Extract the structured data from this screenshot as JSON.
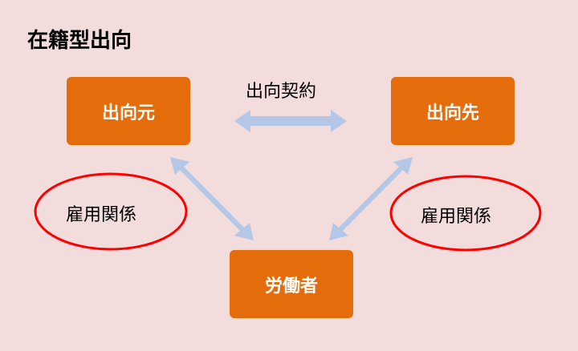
{
  "title": "在籍型出向",
  "nodes": {
    "source": "出向元",
    "dest": "出向先",
    "worker": "労働者"
  },
  "labels": {
    "contract": "出向契約",
    "employment_left": "雇用関係",
    "employment_right": "雇用関係"
  },
  "colors": {
    "box": "#e46c0a",
    "arrow": "#b4c7e7",
    "ellipse": "#ff0000",
    "background": "#f2dcdc"
  }
}
